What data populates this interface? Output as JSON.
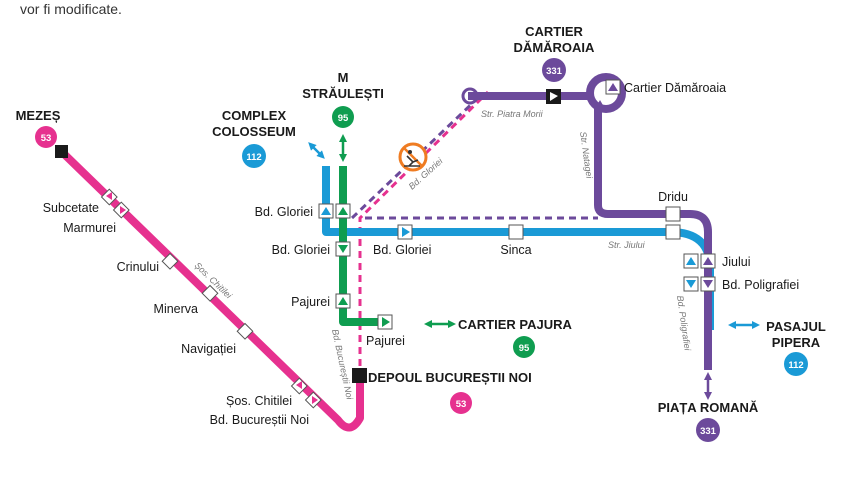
{
  "intro_text": "vor fi modificate.",
  "colors": {
    "line_53": "#e6318f",
    "line_95": "#0f9d50",
    "line_112": "#1a9ad6",
    "line_331": "#6c4a9b",
    "text": "#1a1a1a",
    "street": "#777777",
    "works_sign": "#ef7c22"
  },
  "lines": {
    "line_53": {
      "number": "53",
      "start": "MEZEȘ",
      "end": "DEPOUL BUCUREȘTII NOI"
    },
    "line_95": {
      "number": "95",
      "start": "M STRĂULEȘTI",
      "end": "CARTIER PAJURA"
    },
    "line_112": {
      "number": "112",
      "start": "COMPLEX COLOSSEUM",
      "end": "PASAJUL PIPERA"
    },
    "line_331": {
      "number": "331",
      "start": "CARTIER DĂMĂROAIA",
      "end": "PIAȚA ROMANĂ"
    }
  },
  "terminals": {
    "mezes": "MEZEȘ",
    "straulesti_1": "M",
    "straulesti_2": "STRĂULEȘTI",
    "colosseum_1": "COMPLEX",
    "colosseum_2": "COLOSSEUM",
    "damaroaia_1": "CARTIER",
    "damaroaia_2": "DĂMĂROAIA",
    "pajura": "CARTIER PAJURA",
    "depou": "DEPOUL BUCUREȘTII NOI",
    "pipera_1": "PASAJUL",
    "pipera_2": "PIPERA",
    "piata_romana": "PIAȚA ROMANĂ"
  },
  "stops": {
    "subcetate": "Subcetate",
    "marmurei": "Marmurei",
    "crinului": "Crinului",
    "minerva": "Minerva",
    "navigatiei": "Navigației",
    "sos_chitilei": "Șos. Chitilei",
    "bd_bucurestii_noi": "Bd. Bucureștii Noi",
    "bd_gloriei_1": "Bd. Gloriei",
    "bd_gloriei_2": "Bd. Gloriei",
    "bd_gloriei_3": "Bd. Gloriei",
    "pajurei_1": "Pajurei",
    "pajurei_2": "Pajurei",
    "sinca": "Sinca",
    "dridu": "Dridu",
    "jiului": "Jiului",
    "bd_poligrafiei": "Bd. Poligrafiei",
    "cartier_damaroaia_stop": "Cartier Dămăroaia"
  },
  "streets": {
    "sos_chitilei": "Șos. Chitilei",
    "bd_bucurestii_noi": "Bd. Bucureștii Noi",
    "bd_gloriei": "Bd. Gloriei",
    "str_piatra_morii": "Str. Piatra Morii",
    "str_natagei": "Str. Natagei",
    "str_jiului": "Str. Jiului",
    "bd_poligrafiei": "Bd. Poligrafiei"
  },
  "icons": {
    "works": "road-works-icon",
    "direction": "triangle-arrow-icon",
    "terminal": "terminal-square-icon",
    "two_way": "double-arrow-icon"
  }
}
